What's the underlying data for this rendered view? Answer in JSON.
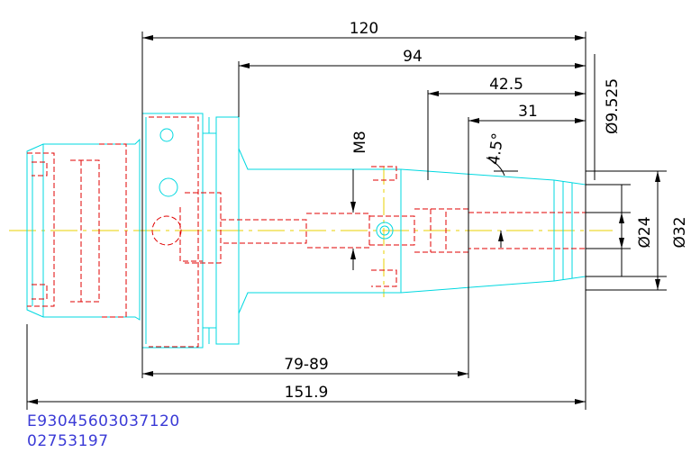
{
  "dimensions": {
    "overall_top": "120",
    "top_94": "94",
    "top_42_5": "42.5",
    "top_31": "31",
    "thread": "M8",
    "angle": "4.5°",
    "dia_9525": "Ø9.525",
    "dia_24": "Ø24",
    "dia_32": "Ø32",
    "range_79_89": "79-89",
    "overall_bottom": "151.9"
  },
  "codes": {
    "line1": "E93045603037120",
    "line2": "02753197"
  },
  "colors": {
    "outline": "#00d8e0",
    "hidden": "#e00000",
    "centerline": "#e8d000",
    "dimension": "#000000",
    "code_text": "#3a3ad6"
  }
}
